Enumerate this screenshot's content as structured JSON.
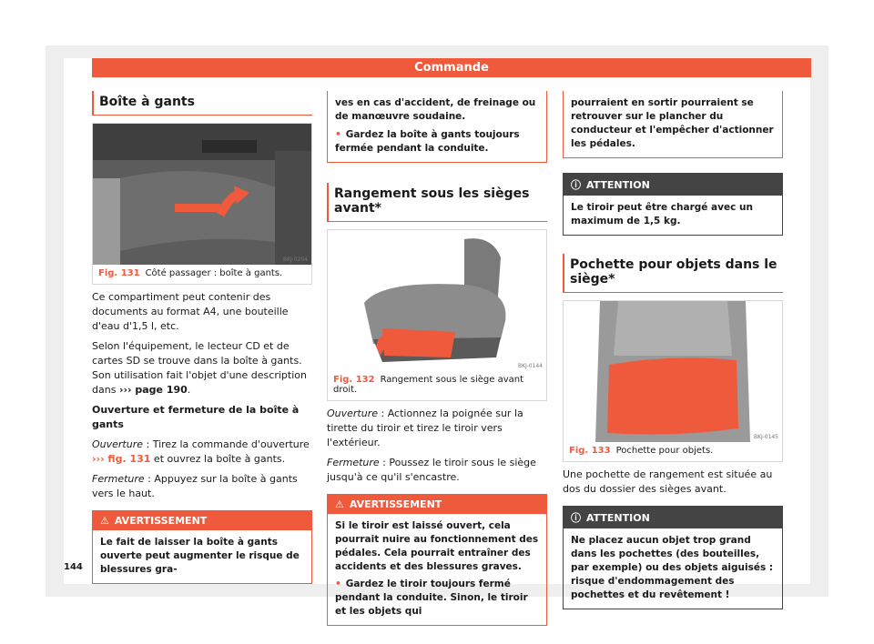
{
  "header": {
    "title": "Commande"
  },
  "page_number": "144",
  "col1": {
    "heading": "Boîte à gants",
    "figure": {
      "code": "BKJ-0204",
      "number": "Fig. 131",
      "caption": "Côté passager : boîte à gants."
    },
    "p1": "Ce compartiment peut contenir des documents au format A4, une bouteille d'eau d'1,5 l, etc.",
    "p2_text": "Selon l'équipement, le lecteur CD et de cartes SD se trouve dans la boîte à gants. Son utilisation fait l'objet d'une description dans",
    "p2_ref": "››› page 190",
    "subheading": "Ouverture et fermeture de la boîte à gants",
    "open_label": "Ouverture",
    "open_text_1": " : Tirez la commande d'ouverture ",
    "open_ref": "››› fig. 131",
    "open_text_2": " et ouvrez la boîte à gants.",
    "close_label": "Fermeture",
    "close_text": " : Appuyez sur la boîte à gants vers le haut.",
    "warning": {
      "title": "AVERTISSEMENT",
      "body": "Le fait de laisser la boîte à gants ouverte peut augmenter le risque de blessures gra-"
    }
  },
  "col2": {
    "warning_cont": "ves en cas d'accident, de freinage ou de manœuvre soudaine.",
    "warning_bullet": "Gardez la boîte à gants toujours fermée pendant la conduite.",
    "heading": "Rangement sous les sièges avant*",
    "figure": {
      "code": "BKJ-0144",
      "number": "Fig. 132",
      "caption": "Rangement sous le siège avant droit."
    },
    "open_label": "Ouverture",
    "open_text": " : Actionnez la poignée sur la tirette du tiroir et tirez le tiroir vers l'extérieur.",
    "close_label": "Fermeture",
    "close_text": " : Poussez le tiroir sous le siège jusqu'à ce qu'il s'encastre.",
    "warning": {
      "title": "AVERTISSEMENT",
      "body": "Si le tiroir est laissé ouvert, cela pourrait nuire au fonctionnement des pédales. Cela pourrait entraîner des accidents et des blessures graves.",
      "bullet": "Gardez le tiroir toujours fermé pendant la conduite. Sinon, le tiroir et les objets qui"
    }
  },
  "col3": {
    "box_cont": "pourraient en sortir pourraient se retrouver sur le plancher du conducteur et l'empêcher d'actionner les pédales.",
    "attention1": {
      "title": "ATTENTION",
      "body": "Le tiroir peut être chargé avec un maximum de 1,5 kg."
    },
    "heading": "Pochette pour objets dans le siège*",
    "figure": {
      "code": "BKJ-0145",
      "number": "Fig. 133",
      "caption": "Pochette pour objets."
    },
    "p1": "Une pochette de rangement est située au dos du dossier des sièges avant.",
    "attention2": {
      "title": "ATTENTION",
      "body": "Ne placez aucun objet trop grand dans les pochettes (des bouteilles, par exemple) ou des objets aiguisés : risque d'endommagement des pochettes et du revêtement !"
    }
  },
  "colors": {
    "accent": "#ef5a3c",
    "dark": "#444444"
  }
}
